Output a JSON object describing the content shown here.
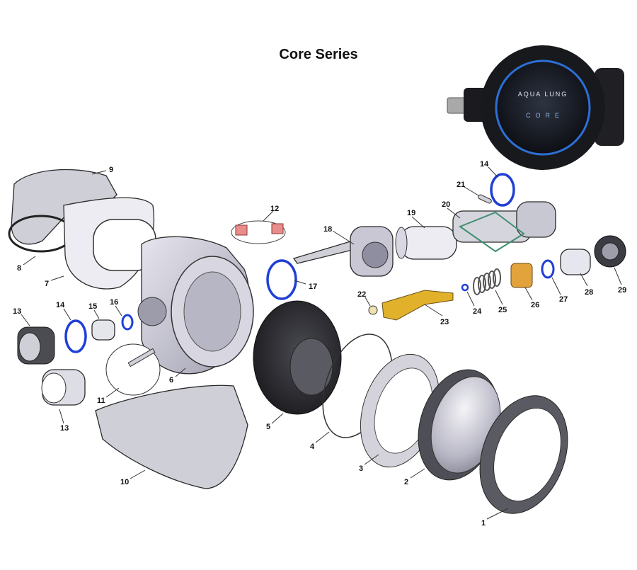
{
  "title": "Core Series",
  "product_logo": {
    "brand": "AQUA LUNG",
    "model": "CORE"
  },
  "callouts": [
    "1",
    "2",
    "3",
    "4",
    "5",
    "6",
    "7",
    "8",
    "9",
    "10",
    "11",
    "12",
    "13",
    "13",
    "14",
    "14",
    "15",
    "16",
    "17",
    "18",
    "19",
    "20",
    "21",
    "22",
    "23",
    "24",
    "25",
    "26",
    "27",
    "28",
    "29"
  ],
  "colors": {
    "oring": "#1f3fd6",
    "brass": "#e2b12c",
    "body_fill": "#c9c8d4",
    "diaphragm": "#2b2b2e",
    "clip": "#e98c8c"
  }
}
